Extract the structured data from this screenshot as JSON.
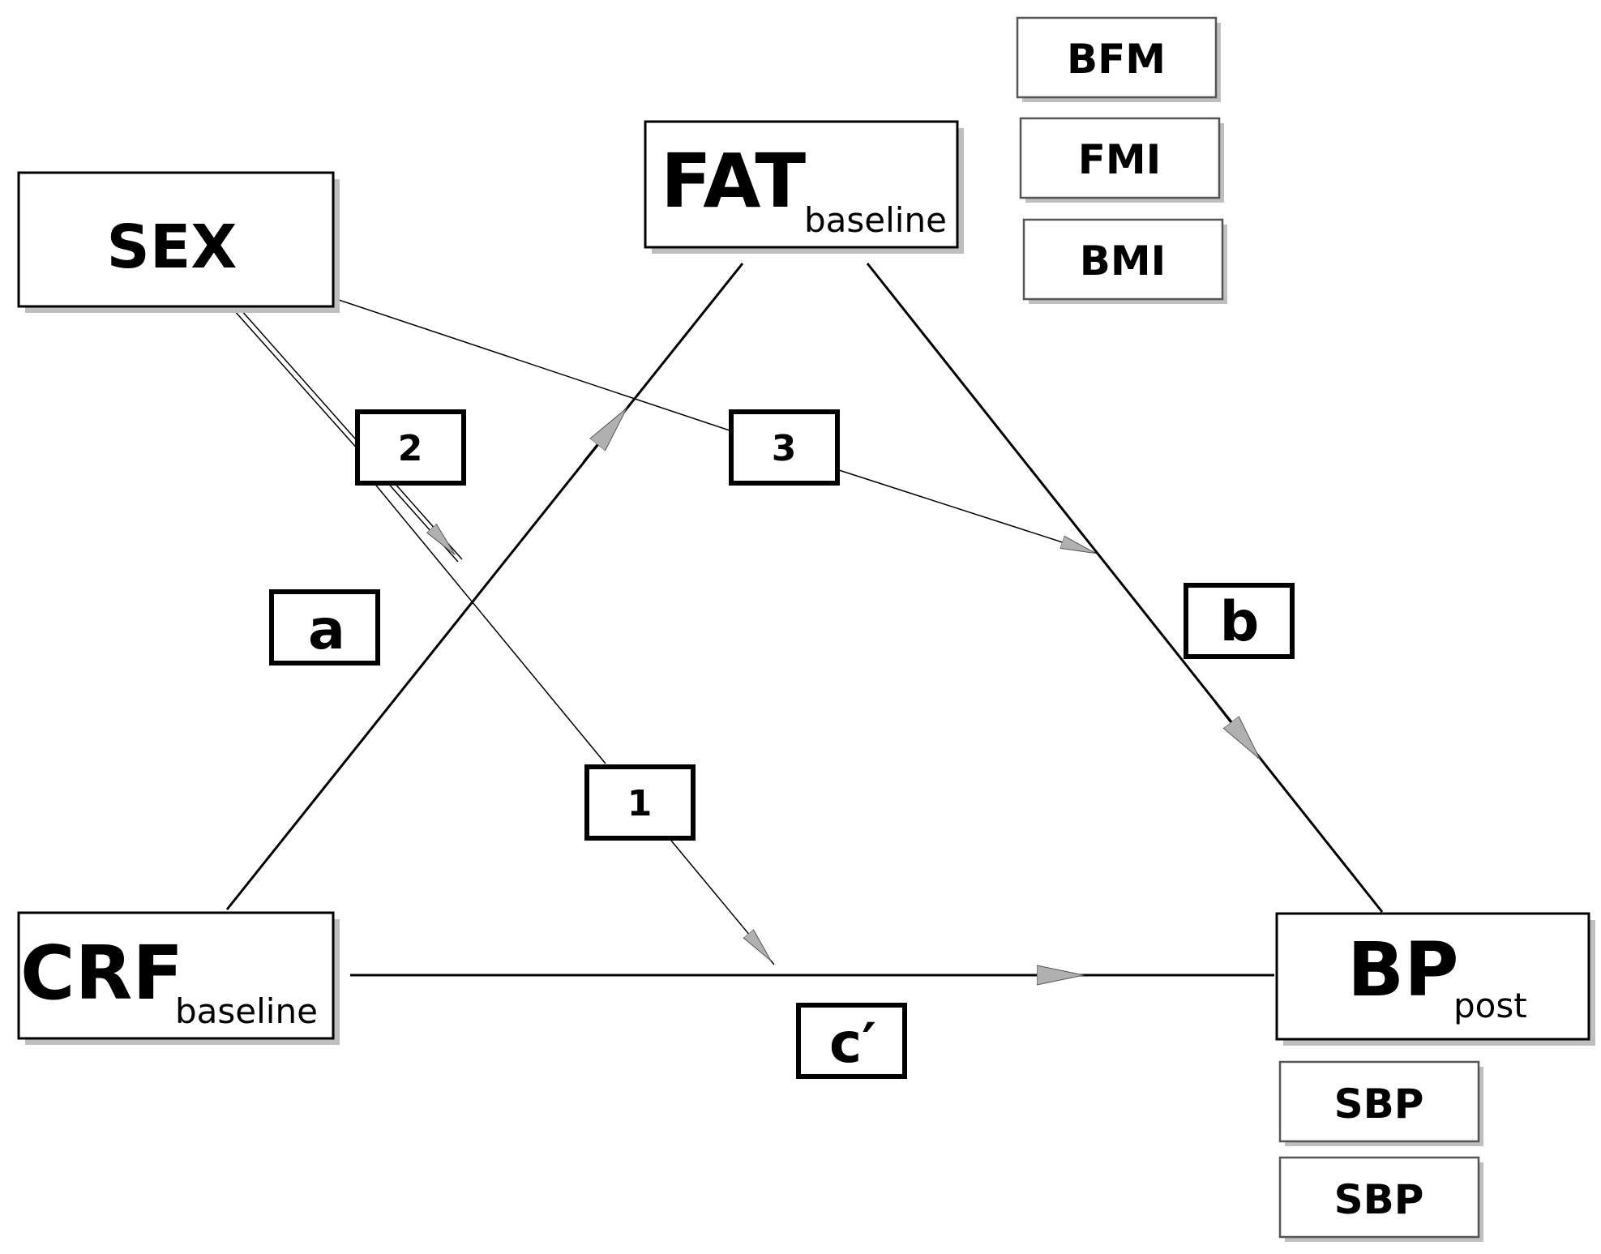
{
  "nodes": {
    "sex": "SEX",
    "fat": {
      "main": "FAT",
      "sub": "baseline"
    },
    "crf": {
      "main": "CRF",
      "sub": "baseline"
    },
    "bp": {
      "main": "BP",
      "sub": "post"
    }
  },
  "fat_measures": [
    "BFM",
    "FMI",
    "BMI"
  ],
  "bp_measures": [
    "SBP",
    "SBP"
  ],
  "path_labels": {
    "a": "a",
    "b": "b",
    "c": "c′"
  },
  "moderation_labels": {
    "one": "1",
    "two": "2",
    "three": "3"
  },
  "colors": {
    "stroke": "#000000",
    "arrowhead": "#b0b0b0",
    "shadow": "#bfbfbf"
  }
}
